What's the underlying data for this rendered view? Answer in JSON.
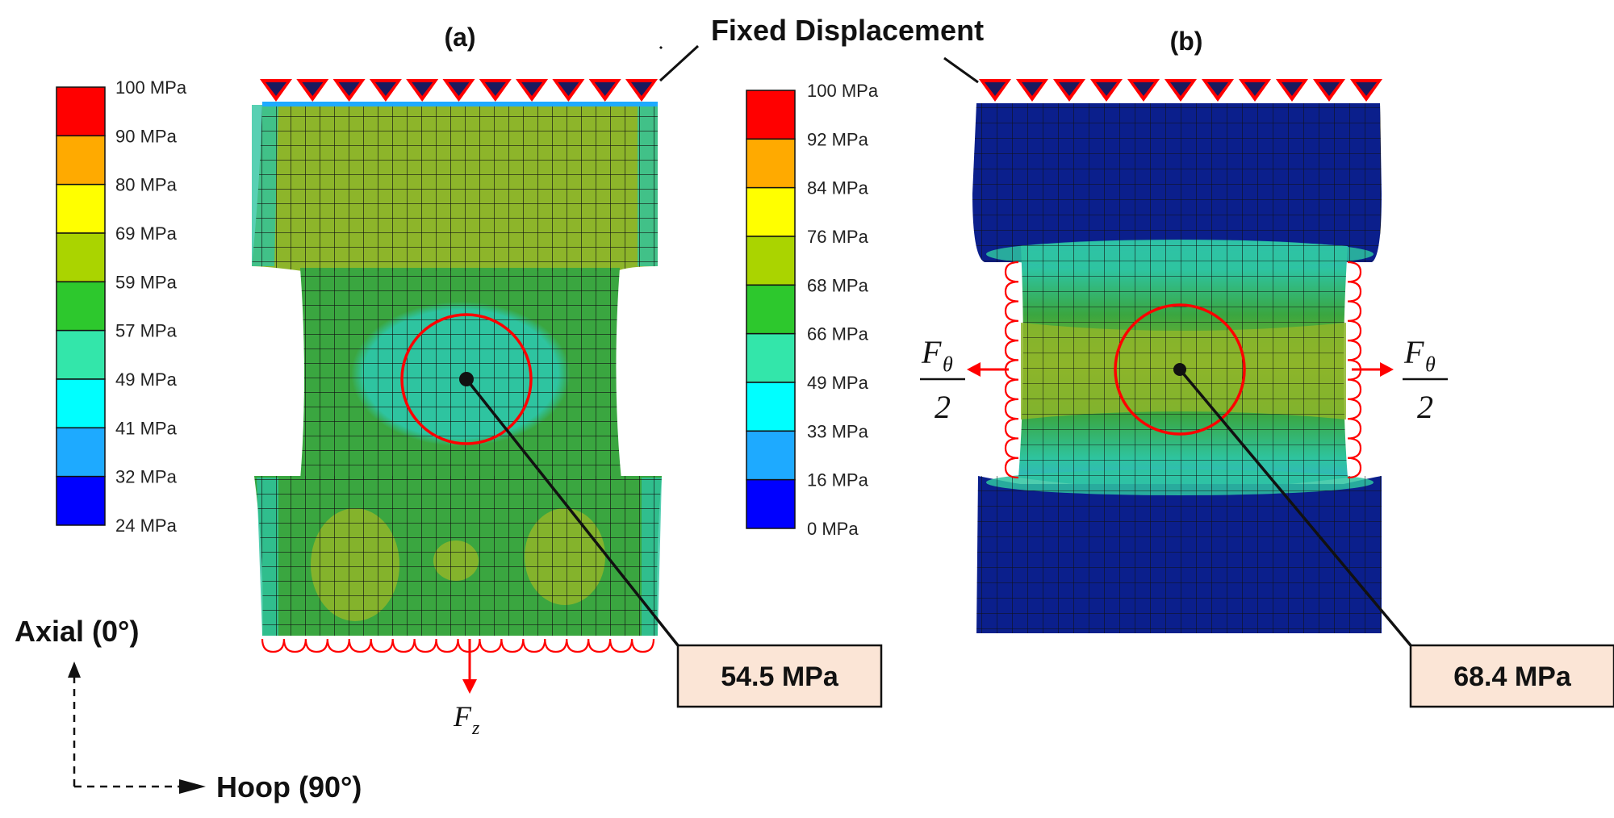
{
  "figure": {
    "panel_a_label": "(a)",
    "panel_b_label": "(b)",
    "fixed_displacement_label": "Fixed Displacement",
    "axes_legend": {
      "axial": "Axial (0°)",
      "hoop": "Hoop (90°)"
    }
  },
  "panel_a": {
    "scale_labels": [
      "100 MPa",
      "90 MPa",
      "80 MPa",
      "69 MPa",
      "59 MPa",
      "57 MPa",
      "49 MPa",
      "41 MPa",
      "32 MPa",
      "24 MPa"
    ],
    "scale_colors": [
      "#ff0000",
      "#ffaa00",
      "#ffff00",
      "#aad400",
      "#2dc82d",
      "#33e6aa",
      "#00ffff",
      "#1eaaff",
      "#0000ff"
    ],
    "callout_value": "54.5 MPa",
    "force_main": "F",
    "force_sub": "z"
  },
  "panel_b": {
    "scale_labels": [
      "100 MPa",
      "92 MPa",
      "84 MPa",
      "76 MPa",
      "68 MPa",
      "66 MPa",
      "49 MPa",
      "33 MPa",
      "16 MPa",
      "0 MPa"
    ],
    "scale_colors": [
      "#ff0000",
      "#ffaa00",
      "#ffff00",
      "#aad400",
      "#2dc82d",
      "#33e6aa",
      "#00ffff",
      "#1eaaff",
      "#0000ff"
    ],
    "callout_value": "68.4 MPa",
    "force_main": "F",
    "force_sub": "θ",
    "force_denominator": "2"
  },
  "colors": {
    "callout_fill": "#fbe5d6",
    "support_red": "#ff0000",
    "support_navy": "#1a1a5e",
    "mesh_green": "#3aa640",
    "mesh_olive": "#8db52a",
    "mesh_teal": "#2ec4a0",
    "mesh_navy": "#0b1f8c"
  }
}
